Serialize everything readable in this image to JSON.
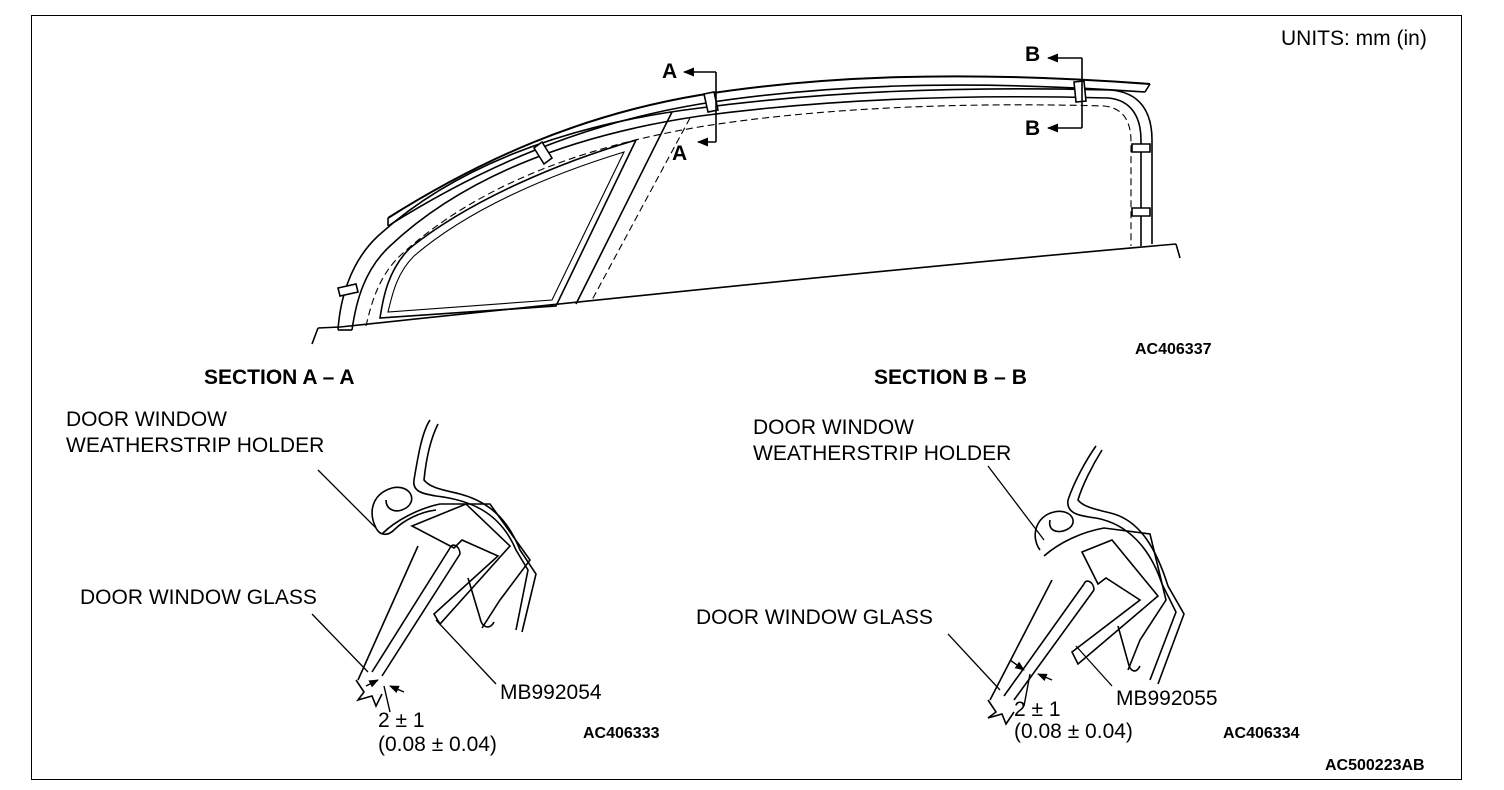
{
  "units_label": "UNITS: mm (in)",
  "top_view": {
    "section_a_marker": "A",
    "section_b_marker": "B",
    "code": "AC406337"
  },
  "section_a": {
    "title": "SECTION A – A",
    "holder_line1": "DOOR WINDOW",
    "holder_line2": "WEATHERSTRIP HOLDER",
    "glass_label": "DOOR WINDOW GLASS",
    "tool_label": "MB992054",
    "dimension_mm": "2 ± 1",
    "dimension_in": "(0.08 ± 0.04)",
    "code": "AC406333"
  },
  "section_b": {
    "title": "SECTION B – B",
    "holder_line1": "DOOR WINDOW",
    "holder_line2": "WEATHERSTRIP HOLDER",
    "glass_label": "DOOR WINDOW GLASS",
    "tool_label": "MB992055",
    "dimension_mm": "2 ± 1",
    "dimension_in": "(0.08 ± 0.04)",
    "code": "AC406334"
  },
  "figure_code": "AC500223AB"
}
